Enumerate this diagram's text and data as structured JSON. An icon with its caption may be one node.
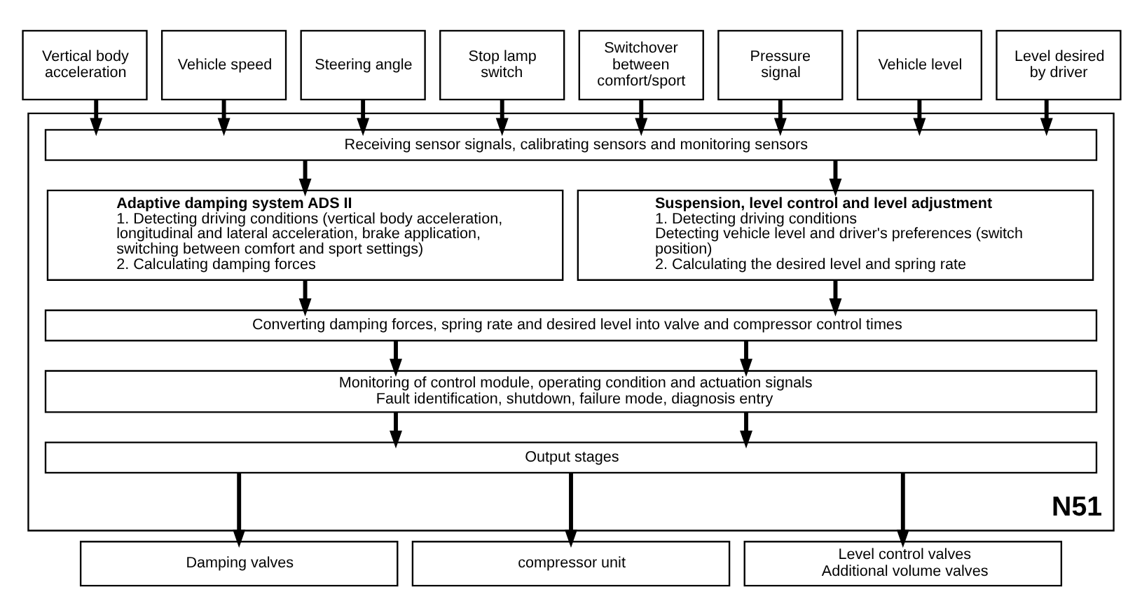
{
  "diagram": {
    "nodes": [
      {
        "text": [
          "Vertical body acceleration"
        ]
      },
      {
        "text": [
          "Vehicle speed"
        ]
      },
      {
        "text": [
          "Steering angle"
        ]
      },
      {
        "text": [
          "Stop lamp switch"
        ]
      },
      {
        "text": [
          "Switchover between comfort/sport"
        ]
      },
      {
        "text": [
          "Pressure signal"
        ]
      },
      {
        "text": [
          "Vehicle level"
        ]
      },
      {
        "text": [
          "Level desired by driver"
        ]
      },
      {
        "text": [
          "N51"
        ]
      },
      {
        "text": [
          "Receiving sensor signals, calibrating sensors and monitoring sensors"
        ],
        "in": 8
      },
      {
        "text": [
          "Adaptive damping system ADS II",
          "1. Detecting driving conditions (vertical body acceleration, longitudinal and lateral acceleration, brake application, switching between comfort and sport settings)",
          "2. Calculating damping forces"
        ],
        "in": 8
      },
      {
        "text": [
          "Suspension, level control and level adjustment",
          "1. Detecting driving conditions",
          "Detecting vehicle level and driver's preferences (switch position)",
          "2. Calculating the desired level and spring rate"
        ],
        "in": 8
      },
      {
        "text": [
          "Converting damping forces, spring rate and desired level into valve and compressor control times"
        ],
        "in": 8
      },
      {
        "text": [
          "Monitoring of control module, operating condition and actuation signals",
          "Fault identification, shutdown, failure mode, diagnosis entry"
        ],
        "in": 8
      },
      {
        "text": [
          "Output stages"
        ],
        "in": 8
      },
      {
        "text": [
          "Damping valves"
        ]
      },
      {
        "text": [
          "compressor unit"
        ]
      },
      {
        "text": [
          "Level control valves",
          "Additional volume valves"
        ]
      }
    ],
    "edges": [
      {
        "from": 0,
        "to": 9,
        "arrow": "to"
      },
      {
        "from": 1,
        "to": 9,
        "arrow": "to"
      },
      {
        "from": 2,
        "to": 9,
        "arrow": "to"
      },
      {
        "from": 3,
        "to": 9,
        "arrow": "to"
      },
      {
        "from": 4,
        "to": 9,
        "arrow": "to"
      },
      {
        "from": 5,
        "to": 9,
        "arrow": "to"
      },
      {
        "from": 6,
        "to": 9,
        "arrow": "to"
      },
      {
        "from": 7,
        "to": 9,
        "arrow": "to"
      },
      {
        "from": 9,
        "to": 10,
        "arrow": "to"
      },
      {
        "from": 9,
        "to": 11,
        "arrow": "to"
      },
      {
        "from": 10,
        "to": 12,
        "arrow": "to"
      },
      {
        "from": 11,
        "to": 12,
        "arrow": "to"
      },
      {
        "from": 12,
        "to": 13,
        "arrow": "to"
      },
      {
        "from": 12,
        "to": 13,
        "arrow": "to"
      },
      {
        "from": 13,
        "to": 14,
        "arrow": "to"
      },
      {
        "from": 13,
        "to": 14,
        "arrow": "to"
      },
      {
        "from": 14,
        "to": 15,
        "arrow": "to"
      },
      {
        "from": 14,
        "to": 16,
        "arrow": "to"
      },
      {
        "from": 14,
        "to": 17,
        "arrow": "to"
      }
    ]
  }
}
